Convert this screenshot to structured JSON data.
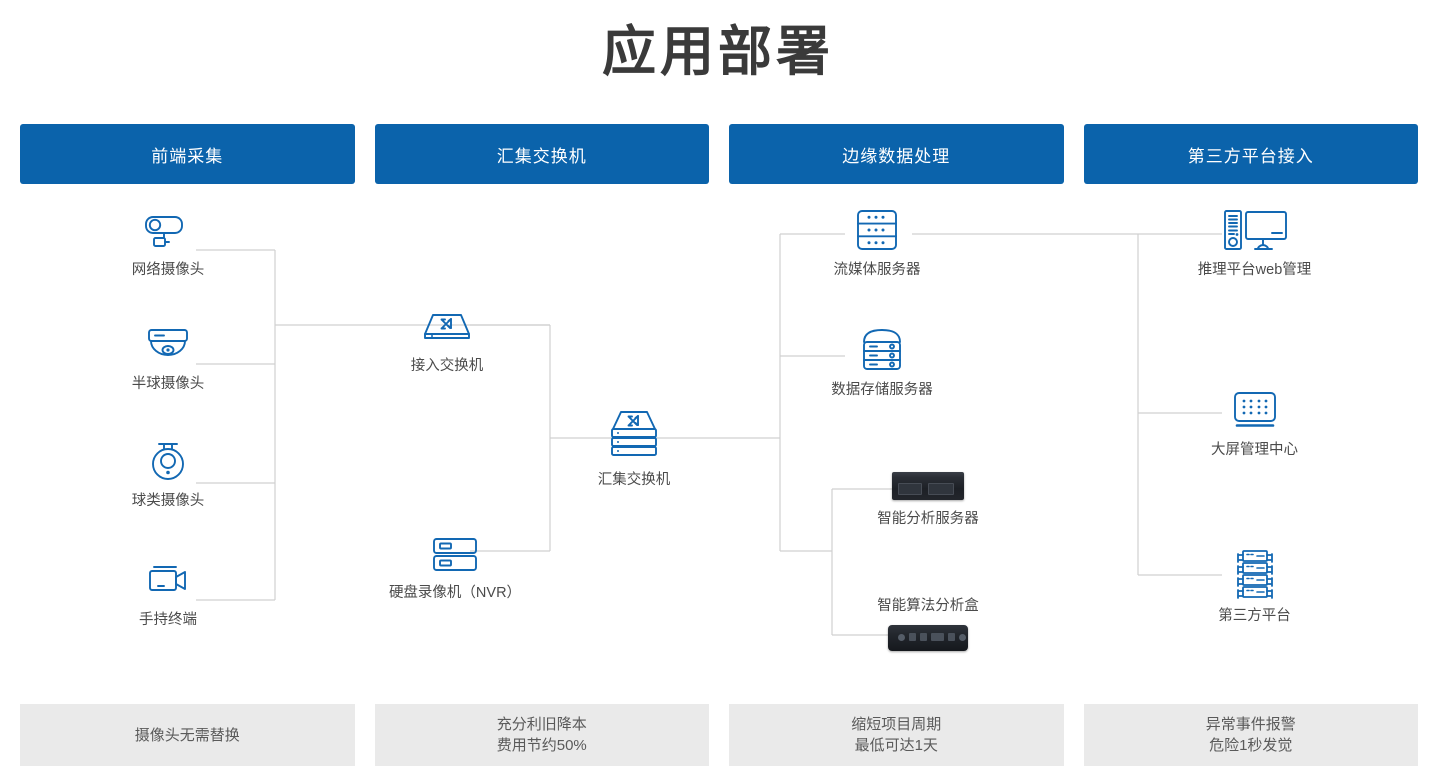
{
  "page": {
    "title": "应用部署",
    "accent_color": "#0b63ab",
    "icon_color": "#1268b3",
    "wire_color": "#d0d0d0",
    "footer_bg": "#eaeaea"
  },
  "columns": [
    {
      "header": "前端采集"
    },
    {
      "header": "汇集交换机"
    },
    {
      "header": "边缘数据处理"
    },
    {
      "header": "第三方平台接入"
    }
  ],
  "nodes": {
    "ip_camera": {
      "label": "网络摄像头",
      "icon": "bullet-camera-icon"
    },
    "dome_camera": {
      "label": "半球摄像头",
      "icon": "dome-camera-icon"
    },
    "ptz_camera": {
      "label": "球类摄像头",
      "icon": "ptz-camera-icon"
    },
    "handheld": {
      "label": "手持终端",
      "icon": "camcorder-icon"
    },
    "access_switch": {
      "label": "接入交换机",
      "icon": "switch-icon"
    },
    "nvr": {
      "label": "硬盘录像机（NVR）",
      "icon": "nvr-icon"
    },
    "agg_switch": {
      "label": "汇集交换机",
      "icon": "stacked-switch-icon"
    },
    "stream_server": {
      "label": "流媒体服务器",
      "icon": "rack-server-icon"
    },
    "storage_server": {
      "label": "数据存储服务器",
      "icon": "storage-server-icon"
    },
    "ai_server": {
      "label": "智能分析服务器",
      "icon": "ai-server-photo"
    },
    "ai_box": {
      "label": "智能算法分析盒",
      "icon": "edge-box-photo"
    },
    "web_platform": {
      "label": "推理平台web管理",
      "icon": "desktop-monitor-icon"
    },
    "video_wall": {
      "label": "大屏管理中心",
      "icon": "video-wall-icon"
    },
    "third_party": {
      "label": "第三方平台",
      "icon": "server-cluster-icon"
    }
  },
  "benefits": [
    {
      "line1": "摄像头无需替换",
      "line2": ""
    },
    {
      "line1": "充分利旧降本",
      "line2": "费用节约50%"
    },
    {
      "line1": "缩短项目周期",
      "line2": "最低可达1天"
    },
    {
      "line1": "异常事件报警",
      "line2": "危险1秒发觉"
    }
  ]
}
